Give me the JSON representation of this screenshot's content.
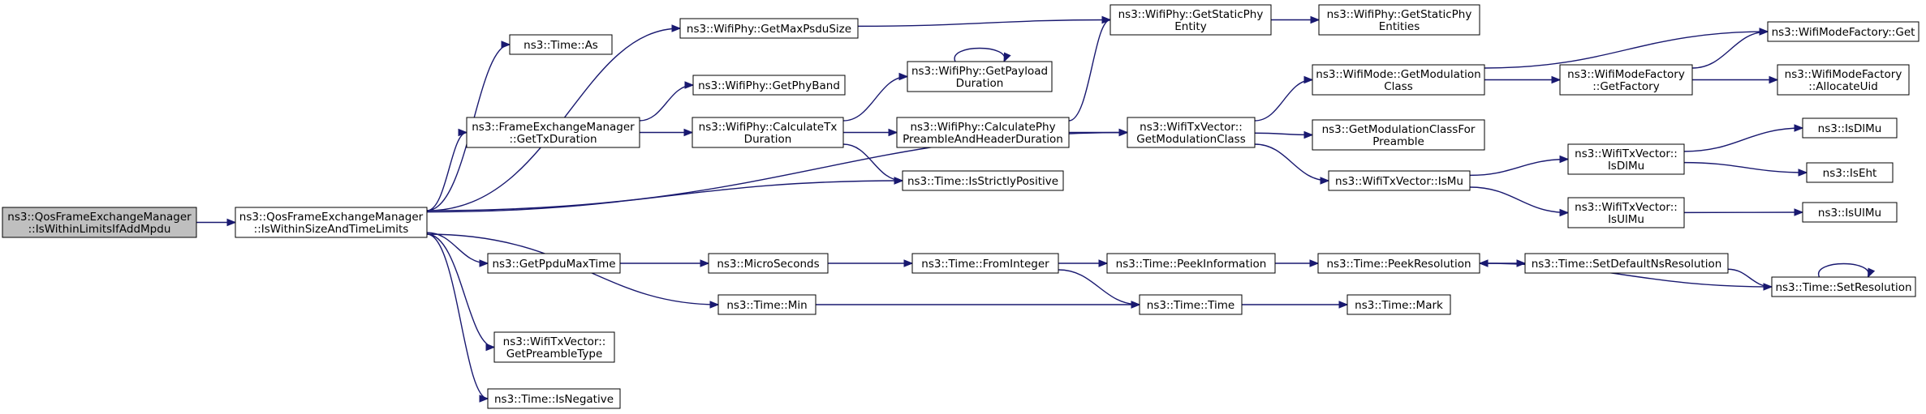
{
  "nodes": {
    "root": [
      "ns3::QosFrameExchangeManager",
      "::IsWithinLimitsIfAddMpdu"
    ],
    "iwsatl": [
      "ns3::QosFrameExchangeManager",
      "::IsWithinSizeAndTimeLimits"
    ],
    "time_as": [
      "ns3::Time::As"
    ],
    "getmaxpsdu": [
      "ns3::WifiPhy::GetMaxPsduSize"
    ],
    "gettxdur": [
      "ns3::FrameExchangeManager",
      "::GetTxDuration"
    ],
    "getppdumax": [
      "ns3::GetPpduMaxTime"
    ],
    "time_min": [
      "ns3::Time::Min"
    ],
    "pretype": [
      "ns3::WifiTxVector::",
      "GetPreambleType"
    ],
    "isneg": [
      "ns3::Time::IsNegative"
    ],
    "getphyband": [
      "ns3::WifiPhy::GetPhyBand"
    ],
    "calctx": [
      "ns3::WifiPhy::CalculateTx",
      "Duration"
    ],
    "microsec": [
      "ns3::MicroSeconds"
    ],
    "getpayload": [
      "ns3::WifiPhy::GetPayload",
      "Duration"
    ],
    "calcpre": [
      "ns3::WifiPhy::CalculatePhy",
      "PreambleAndHeaderDuration"
    ],
    "isstrict": [
      "ns3::Time::IsStrictlyPositive"
    ],
    "fromint": [
      "ns3::Time::FromInteger"
    ],
    "getstatic": [
      "ns3::WifiPhy::GetStaticPhy",
      "Entity"
    ],
    "getmodcls": [
      "ns3::WifiTxVector::",
      "GetModulationClass"
    ],
    "peekinfo": [
      "ns3::Time::PeekInformation"
    ],
    "time_time": [
      "ns3::Time::Time"
    ],
    "staticents": [
      "ns3::WifiPhy::GetStaticPhy",
      "Entities"
    ],
    "wm_getmod": [
      "ns3::WifiMode::GetModulation",
      "Class"
    ],
    "getmodpre": [
      "ns3::GetModulationClassFor",
      "Preamble"
    ],
    "ismu": [
      "ns3::WifiTxVector::IsMu"
    ],
    "peekres": [
      "ns3::Time::PeekResolution"
    ],
    "mark": [
      "ns3::Time::Mark"
    ],
    "wmf_getfac": [
      "ns3::WifiModeFactory",
      "::GetFactory"
    ],
    "txv_isdlmu": [
      "ns3::WifiTxVector::",
      "IsDlMu"
    ],
    "txv_isulmu": [
      "ns3::WifiTxVector::",
      "IsUlMu"
    ],
    "setdefns": [
      "ns3::Time::SetDefaultNsResolution"
    ],
    "wmf_get": [
      "ns3::WifiModeFactory::Get"
    ],
    "wmf_alloc": [
      "ns3::WifiModeFactory",
      "::AllocateUid"
    ],
    "isdlmu": [
      "ns3::IsDlMu"
    ],
    "iseht": [
      "ns3::IsEht"
    ],
    "isulmu": [
      "ns3::IsUlMu"
    ],
    "setres": [
      "ns3::Time::SetResolution"
    ]
  },
  "edges": [
    [
      "root",
      "iwsatl"
    ],
    [
      "iwsatl",
      "time_as"
    ],
    [
      "iwsatl",
      "getmaxpsdu"
    ],
    [
      "iwsatl",
      "gettxdur"
    ],
    [
      "iwsatl",
      "isstrict"
    ],
    [
      "iwsatl",
      "getmodcls"
    ],
    [
      "iwsatl",
      "getppdumax"
    ],
    [
      "iwsatl",
      "time_min"
    ],
    [
      "iwsatl",
      "pretype"
    ],
    [
      "iwsatl",
      "isneg"
    ],
    [
      "getmaxpsdu",
      "getstatic"
    ],
    [
      "gettxdur",
      "getphyband"
    ],
    [
      "gettxdur",
      "calctx"
    ],
    [
      "calctx",
      "getpayload"
    ],
    [
      "calctx",
      "calcpre"
    ],
    [
      "calctx",
      "isstrict"
    ],
    [
      "getpayload",
      "getpayload"
    ],
    [
      "calcpre",
      "getstatic"
    ],
    [
      "calcpre",
      "getmodcls"
    ],
    [
      "getstatic",
      "staticents"
    ],
    [
      "getppdumax",
      "microsec"
    ],
    [
      "microsec",
      "fromint"
    ],
    [
      "fromint",
      "peekinfo"
    ],
    [
      "fromint",
      "time_time"
    ],
    [
      "time_min",
      "time_time"
    ],
    [
      "getmodcls",
      "wm_getmod"
    ],
    [
      "getmodcls",
      "getmodpre"
    ],
    [
      "getmodcls",
      "ismu"
    ],
    [
      "wm_getmod",
      "wmf_get"
    ],
    [
      "wm_getmod",
      "wmf_getfac"
    ],
    [
      "wmf_getfac",
      "wmf_get"
    ],
    [
      "wmf_getfac",
      "wmf_alloc"
    ],
    [
      "ismu",
      "txv_isdlmu"
    ],
    [
      "ismu",
      "txv_isulmu"
    ],
    [
      "txv_isdlmu",
      "isdlmu"
    ],
    [
      "txv_isdlmu",
      "iseht"
    ],
    [
      "txv_isulmu",
      "isulmu"
    ],
    [
      "peekinfo",
      "peekres"
    ],
    [
      "peekres",
      "setdefns"
    ],
    [
      "setdefns",
      "setres"
    ],
    [
      "setres",
      "peekres"
    ],
    [
      "setres",
      "setres"
    ],
    [
      "time_time",
      "mark"
    ]
  ]
}
